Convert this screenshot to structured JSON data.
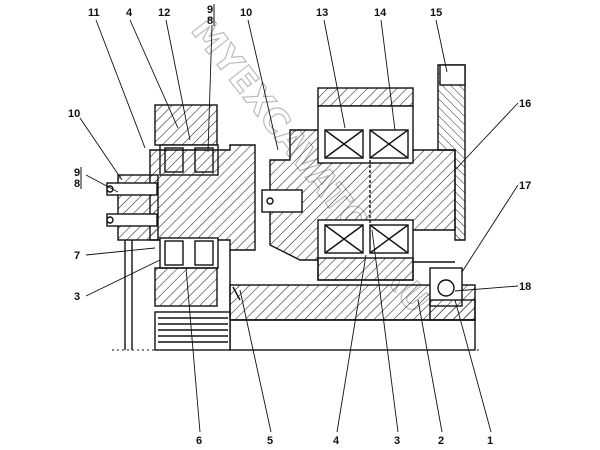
{
  "watermark": "MYEXCAVATOR.RU",
  "callouts": {
    "top": [
      "11",
      "4",
      "12",
      "9",
      "8",
      "10",
      "13",
      "14",
      "15"
    ],
    "left": [
      "10",
      "9",
      "8",
      "7",
      "3"
    ],
    "right": [
      "16",
      "17",
      "18"
    ],
    "bottom": [
      "6",
      "5",
      "4",
      "3",
      "2",
      "1"
    ]
  },
  "colors": {
    "line": "#111111",
    "hatch": "#222222",
    "watermark": "#bbbbbb"
  }
}
